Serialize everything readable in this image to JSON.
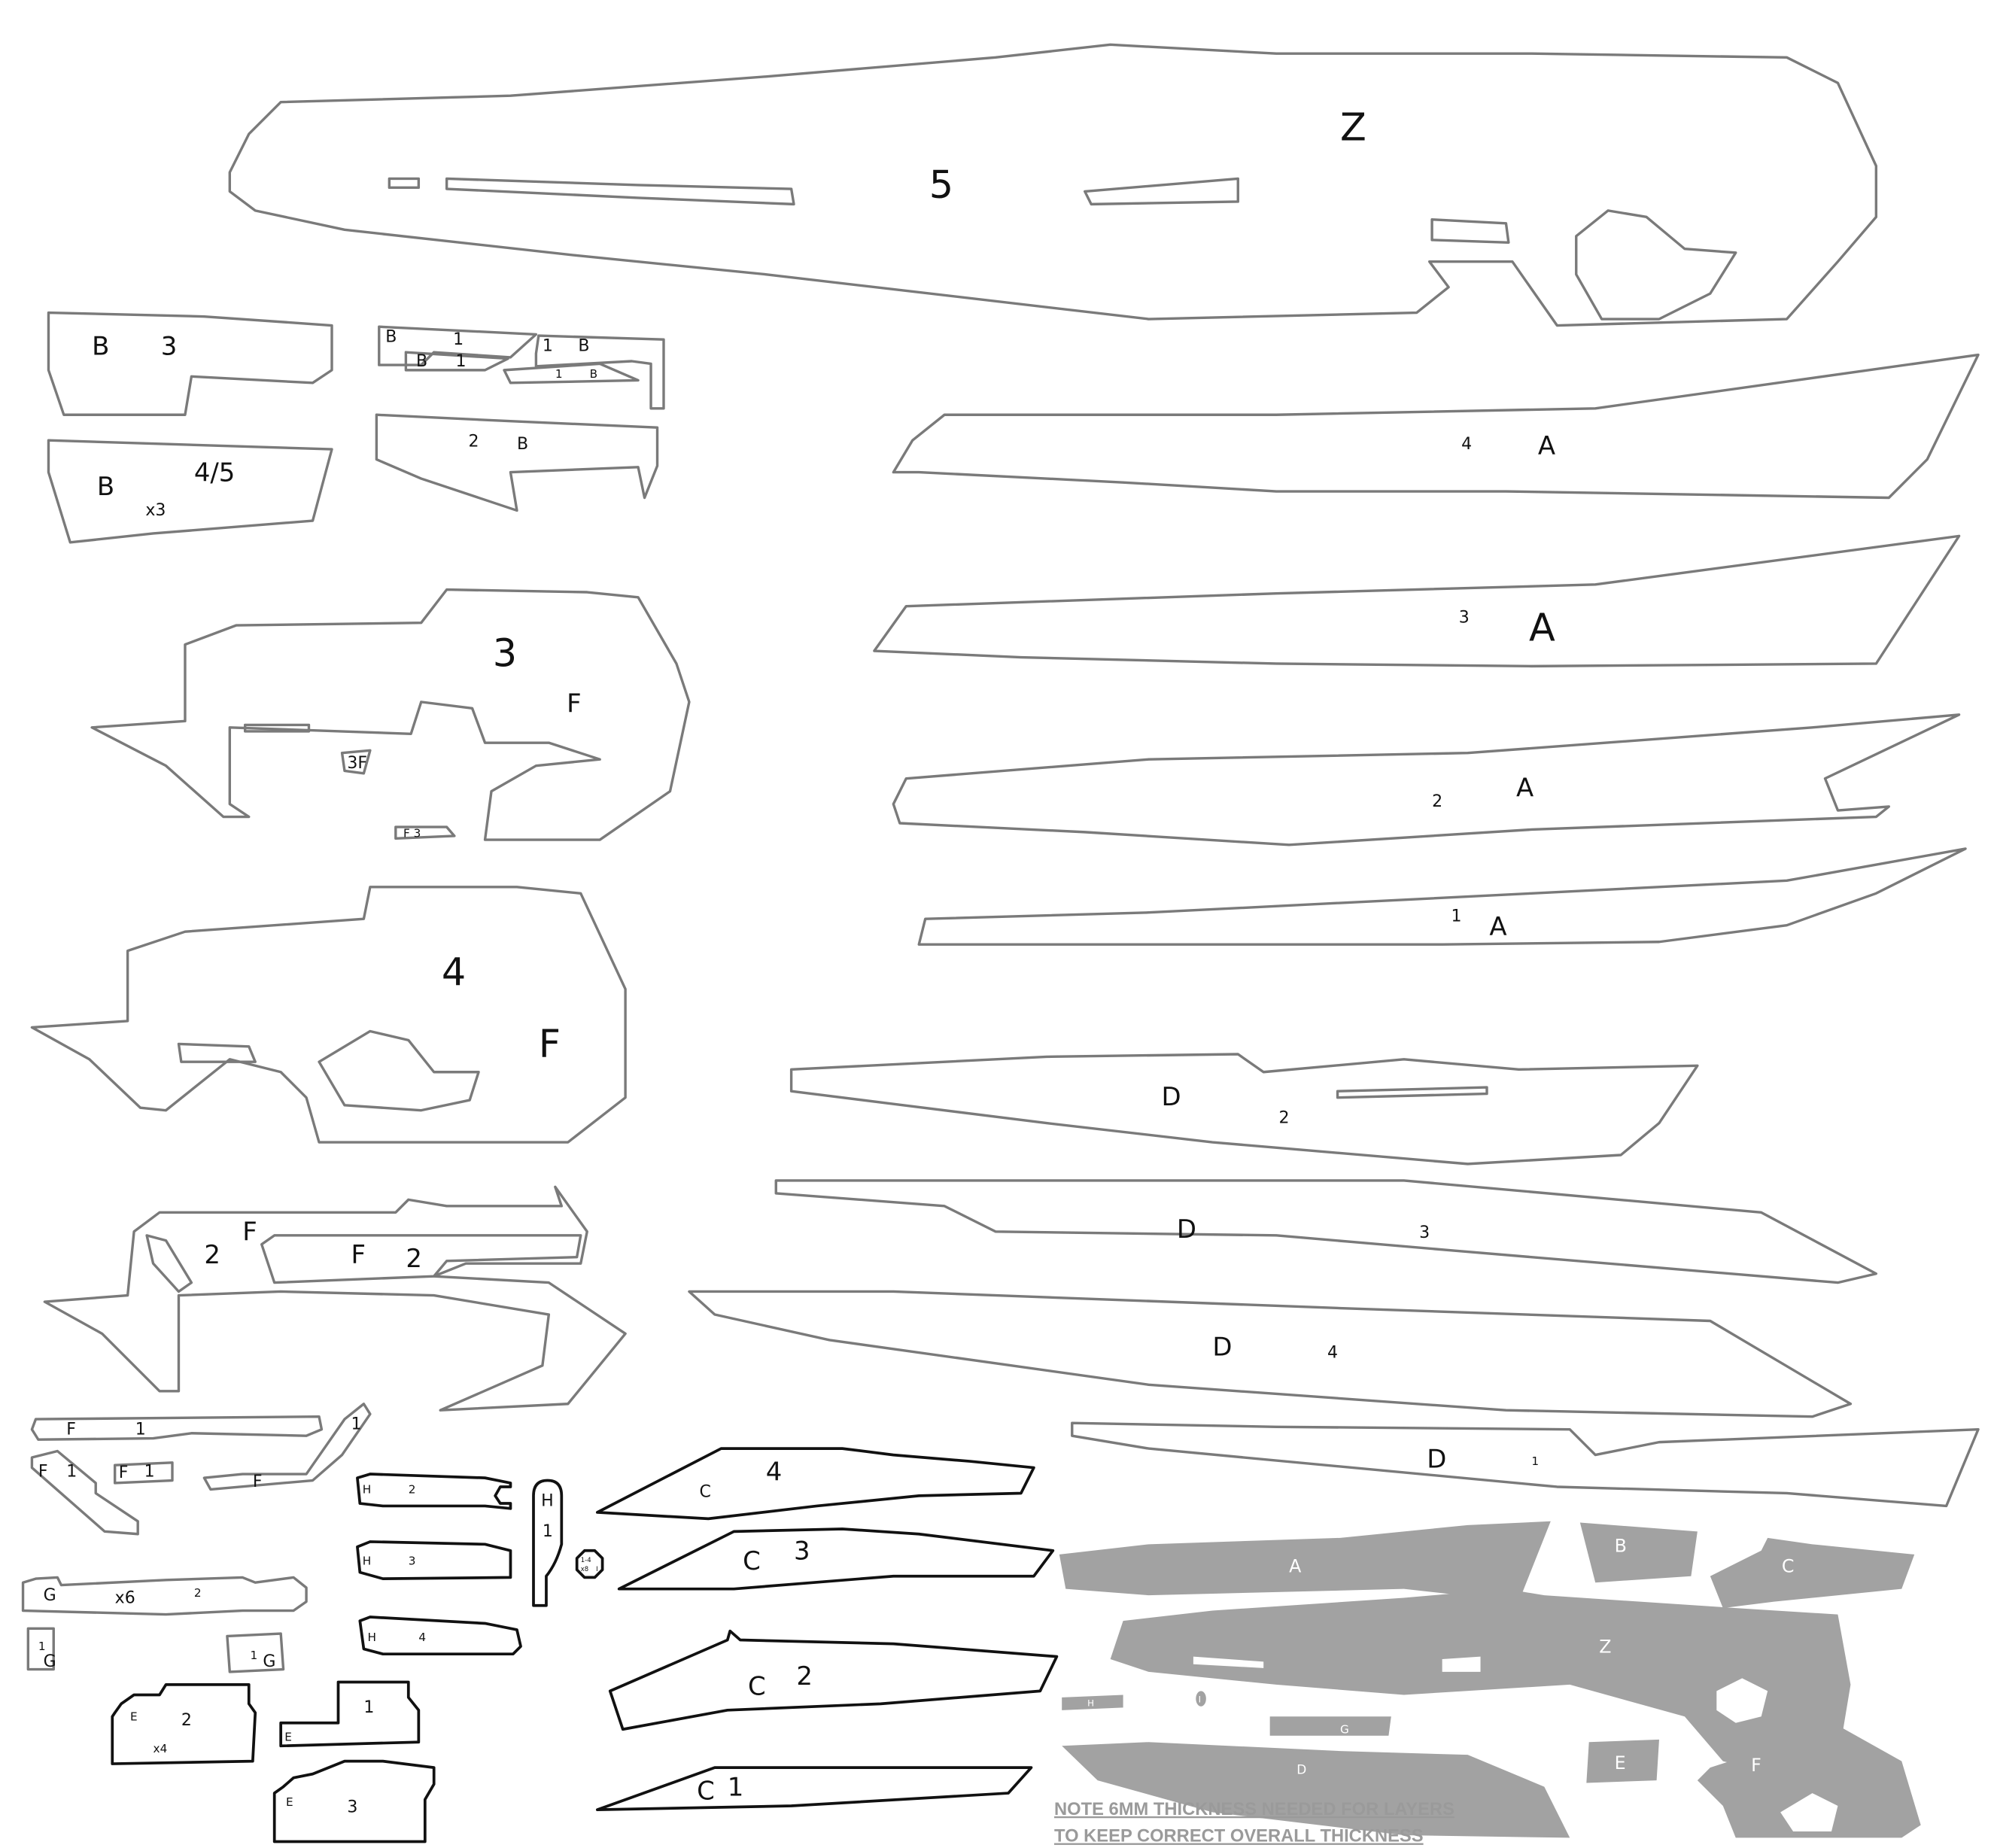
{
  "pieces": {
    "z5": {
      "letter": "Z",
      "number": "5"
    },
    "b3": {
      "letter": "B",
      "number": "3"
    },
    "b45": {
      "letter": "B",
      "number": "4/5",
      "count": "x3"
    },
    "b1a": {
      "letter": "B",
      "number": "1"
    },
    "b1b": {
      "letter": "B",
      "number": "1"
    },
    "b1c": {
      "letter": "B",
      "number": "1"
    },
    "b1d": {
      "letter": "B",
      "number": "1"
    },
    "b2": {
      "letter": "B",
      "number": "2"
    },
    "f3": {
      "letter": "F",
      "number": "3"
    },
    "f3small": {
      "text": "3F"
    },
    "f3tiny": {
      "text": "F 3"
    },
    "f4": {
      "letter": "F",
      "number": "4"
    },
    "f2a": {
      "letter": "F",
      "number": "2"
    },
    "f2b": {
      "letter": "F",
      "number": "2"
    },
    "a4": {
      "letter": "A",
      "number": "4"
    },
    "a3": {
      "letter": "A",
      "number": "3"
    },
    "a2": {
      "letter": "A",
      "number": "2"
    },
    "a1": {
      "letter": "A",
      "number": "1"
    },
    "d2": {
      "letter": "D",
      "number": "2"
    },
    "d3": {
      "letter": "D",
      "number": "3"
    },
    "d4": {
      "letter": "D",
      "number": "4"
    },
    "d1": {
      "letter": "D",
      "number": "1"
    },
    "f1long": {
      "letter": "F",
      "number": "1"
    },
    "f1diag": {
      "letter": "F",
      "number": "1"
    },
    "f1small": {
      "letter": "F",
      "number": "1"
    },
    "f1hook": {
      "letter": "F",
      "number": "1"
    },
    "g2": {
      "letter": "G",
      "number": "2",
      "count": "x6"
    },
    "g1a": {
      "letter": "G",
      "number": "1"
    },
    "g1b": {
      "letter": "G",
      "number": "1"
    },
    "h2": {
      "letter": "H",
      "number": "2"
    },
    "h3": {
      "letter": "H",
      "number": "3"
    },
    "h4": {
      "letter": "H",
      "number": "4"
    },
    "h1": {
      "letter": "H",
      "number": "1"
    },
    "i": {
      "range": "1-4",
      "count": "x8",
      "letter": "I"
    },
    "c4": {
      "letter": "C",
      "number": "4"
    },
    "c3": {
      "letter": "C",
      "number": "3"
    },
    "c2": {
      "letter": "C",
      "number": "2"
    },
    "c1": {
      "letter": "C",
      "number": "1"
    },
    "e2": {
      "letter": "E",
      "number": "2",
      "count": "x4"
    },
    "e1": {
      "letter": "E",
      "number": "1"
    },
    "e3": {
      "letter": "E",
      "number": "3"
    }
  },
  "assembly": {
    "a": "A",
    "b": "B",
    "c": "C",
    "z": "Z",
    "h": "H",
    "i": "I",
    "g": "G",
    "d": "D",
    "e": "E",
    "f": "F"
  },
  "note": {
    "line1": "NOTE 6MM THICKNESS NEEDED FOR LAYERS",
    "line2": "TO KEEP CORRECT OVERALL THICKNESS"
  }
}
